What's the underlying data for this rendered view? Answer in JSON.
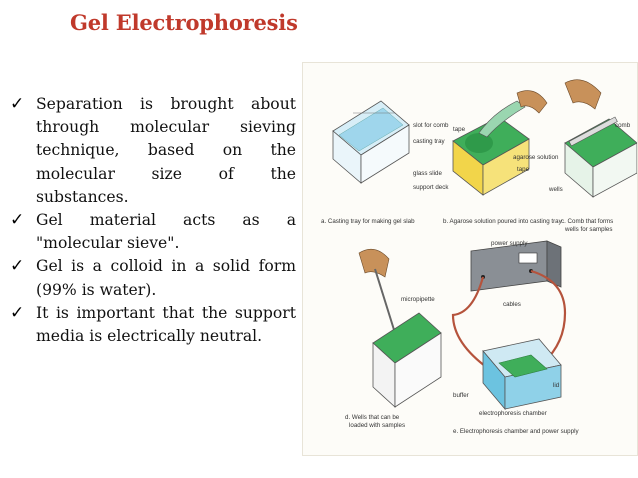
{
  "title": "Gel Electrophoresis",
  "bullets": [
    "Separation is brought about through molecular sieving technique, based on the molecular size of the substances.",
    "Gel material acts as a \"molecular sieve\".",
    "Gel is a colloid in a solid form (99% is water).",
    "It is important that the support media is electrically neutral."
  ],
  "figure_labels": {
    "slot_for_comb": "slot for comb",
    "casting_tray": "casting tray",
    "glass_slide": "glass slide",
    "support_deck": "support deck",
    "caption_a": "a. Casting tray for making gel slab",
    "tape_left": "tape",
    "agarose_solution": "agarose solution",
    "tape_right": "tape",
    "caption_b": "b. Agarose solution poured into casting tray",
    "comb": "comb",
    "wells": "wells",
    "caption_c_1": "c. Comb that forms",
    "caption_c_2": "wells for samples",
    "power_supply": "power supply",
    "micropipette": "micropipette",
    "cables": "cables",
    "lid": "lid",
    "buffer": "buffer",
    "electrophoresis_chamber": "electrophoresis chamber",
    "caption_d_1": "d. Wells that can be",
    "caption_d_2": "loaded with samples",
    "caption_e": "e. Electrophoresis chamber and power supply"
  },
  "colors": {
    "title": "#c0392b",
    "gel_green": "#3fae5a",
    "buffer_blue": "#6cc3e0",
    "tray_yellow": "#f2d54a",
    "cable_red": "#b5533c"
  }
}
